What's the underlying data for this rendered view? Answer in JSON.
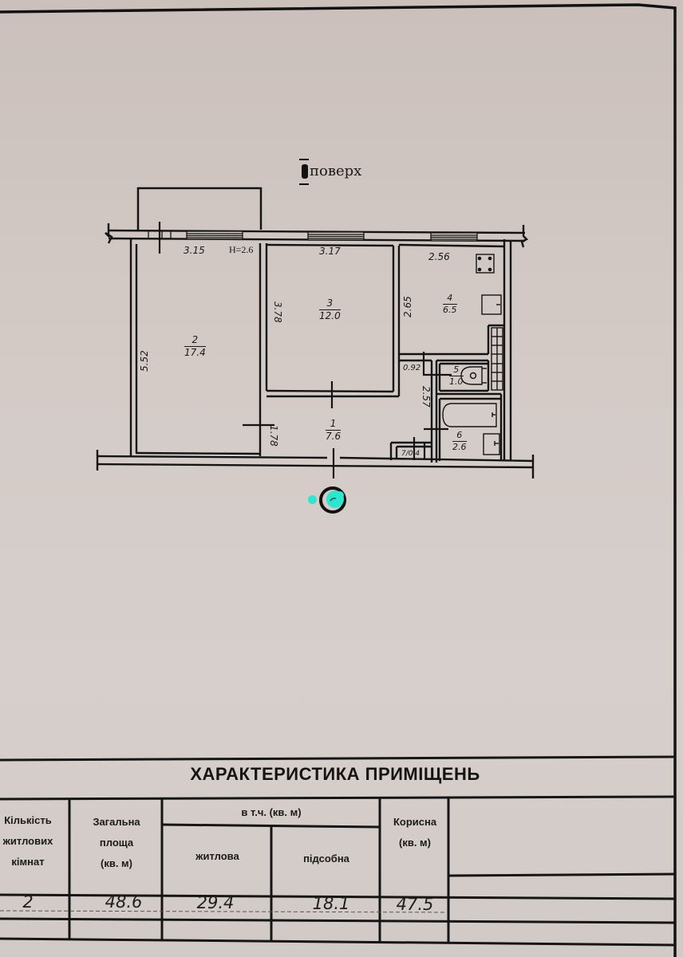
{
  "floor_plan": {
    "floor_label": "поверх",
    "floor_number_glyph": "I",
    "ceiling_height": "H=2.6",
    "dimensions": {
      "room2_width": "3.15",
      "room3_width": "3.17",
      "room4_width": "2.56",
      "room2_length": "5.52",
      "room3_length": "3.78",
      "room4_length": "2.65",
      "corridor_length": "1.78",
      "corridor_depth": "2.57",
      "wc_width": "0.92"
    },
    "rooms": [
      {
        "number": "1",
        "area": "7.6",
        "type": "corridor"
      },
      {
        "number": "2",
        "area": "17.4",
        "type": "living-room"
      },
      {
        "number": "3",
        "area": "12.0",
        "type": "living-room"
      },
      {
        "number": "4",
        "area": "6.5",
        "type": "kitchen"
      },
      {
        "number": "5",
        "area": "1.0",
        "type": "toilet"
      },
      {
        "number": "6",
        "area": "2.6",
        "type": "bathroom"
      },
      {
        "number": "7",
        "area": "0.4",
        "type": "closet",
        "label": "7/0.4"
      }
    ],
    "entrance_marker": "entrance-compass"
  },
  "table": {
    "title": "ХАРАКТЕРИСТИКА ПРИМІЩЕНЬ",
    "headers": {
      "rooms_count": [
        "Кількість",
        "житлових",
        "кімнат"
      ],
      "total_area": [
        "Загальна",
        "площа",
        "(кв. м)"
      ],
      "incl": "в т.ч. (кв. м)",
      "living": "житлова",
      "auxiliary": "підсобна",
      "useful": [
        "Корисна",
        "(кв. м)"
      ]
    },
    "values": {
      "rooms_count": "2",
      "total_area": "48.6",
      "living": "29.4",
      "auxiliary": "18.1",
      "useful": "47.5"
    }
  },
  "colors": {
    "paper": "#d3cac6",
    "ink": "#141414",
    "marker": "#2ee6d0"
  }
}
